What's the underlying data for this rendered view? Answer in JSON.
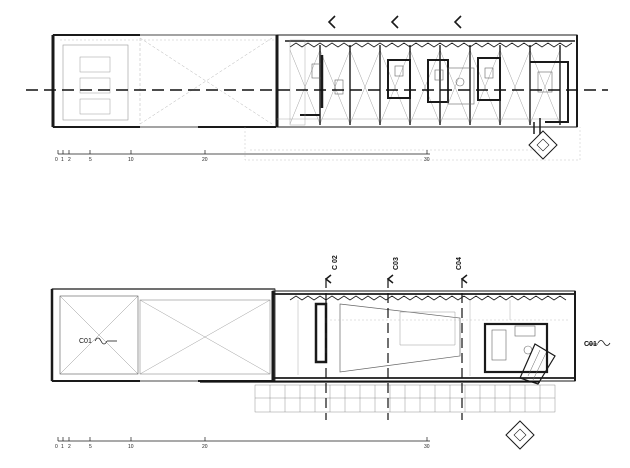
{
  "plan_top": {
    "scale_ticks": [
      "0",
      "1",
      "2",
      "5",
      "10",
      "20",
      "30"
    ]
  },
  "plan_bottom": {
    "section_marks": {
      "c01": "C01",
      "c02": "C 02",
      "c03": "C03",
      "c04": "C04",
      "c01_right": "C01"
    },
    "scale_ticks": [
      "0",
      "1",
      "2",
      "5",
      "10",
      "20",
      "30"
    ]
  },
  "colors": {
    "line": "#1a1a1a",
    "light_line": "#9a9a9a",
    "dash": "#b5b5b5",
    "fill_dark": "#222222"
  }
}
